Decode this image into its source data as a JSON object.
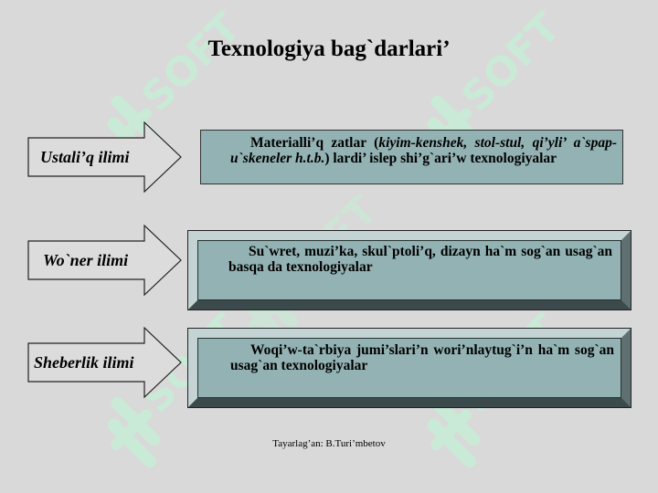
{
  "title": "Texnologiya bag`darlari’",
  "watermark": {
    "text": "SOFT",
    "color": "#c9ead6"
  },
  "rows": [
    {
      "label": "Ustali’q ilimi",
      "parts": [
        "Materialli’q zatlar (",
        "kiyim-kenshek, stol-stul, qi’yli’ a`spap-u`skeneler h.t.b.",
        ") lardi’ islep shi’g`ari’w texnologiyalar"
      ]
    },
    {
      "label": "Wo`ner  ilimi",
      "text": "Su`wret, muzi’ka, skul`ptoli’q, dizayn ha`m sog`an usag`an basqa da texnologiyalar"
    },
    {
      "label": "Sheberlik  ilimi",
      "text": "Woqi’w-ta`rbiya jumi’slari’n wori’nlaytug`i’n ha`m sog`an usag`an texnologiyalar"
    }
  ],
  "footer": "Tayarlag’an: B.Turi’mbetov",
  "colors": {
    "background": "#d9d9d9",
    "box_fill": "#93b2b3",
    "arrow_fill": "#dcdcdc"
  }
}
